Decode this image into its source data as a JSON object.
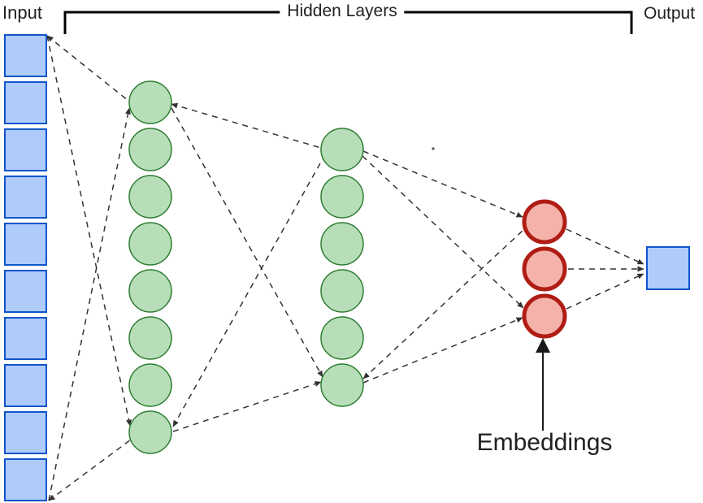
{
  "labels": {
    "input": "Input",
    "hidden_layers": "Hidden Layers",
    "output": "Output",
    "embeddings": "Embeddings"
  },
  "network": {
    "input_nodes": 10,
    "hidden_layer_1_nodes": 8,
    "hidden_layer_2_nodes": 6,
    "embedding_nodes": 3,
    "output_nodes": 1
  },
  "colors": {
    "input_node_fill": "#aecbfa",
    "input_node_stroke": "#1155cc",
    "hidden_node_fill": "#b7deb9",
    "hidden_node_stroke": "#2e7d32",
    "embedding_node_fill": "#f4b2aa",
    "embedding_node_stroke": "#b01d14",
    "connector": "#333333",
    "bracket": "#000000",
    "annotation_arrow": "#1a1a1a",
    "label_text": "#212121"
  }
}
